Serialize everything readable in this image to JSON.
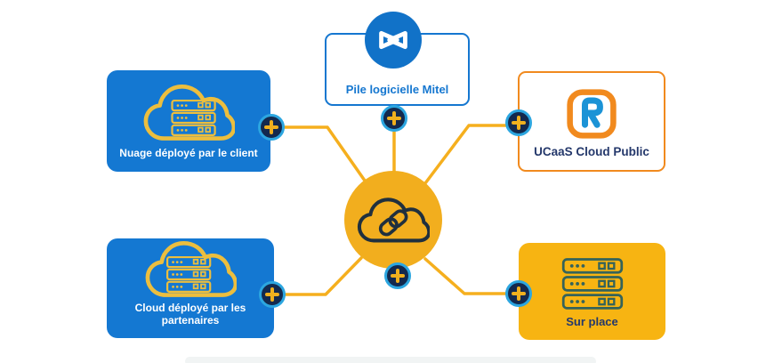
{
  "diagram": {
    "hub": {
      "icon": "cloud-link-icon"
    },
    "nodes": [
      {
        "id": "client",
        "label": "Nuage déployé par le client",
        "icon": "cloud-servers-icon",
        "variant": "blue"
      },
      {
        "id": "mitel",
        "label": "Pile logicielle Mitel",
        "icon": "mitel-logo-icon",
        "variant": "white-blue-border"
      },
      {
        "id": "ucaas",
        "label": "UCaaS Cloud Public",
        "icon": "ringcentral-logo-icon",
        "variant": "white-orange-border"
      },
      {
        "id": "partners",
        "label": "Cloud déployé par les partenaires",
        "icon": "cloud-servers-icon",
        "variant": "blue"
      },
      {
        "id": "surplace",
        "label": "Sur place",
        "icon": "servers-icon",
        "variant": "yellow"
      }
    ],
    "connector_badge": "plus-icon",
    "connector_count": 6
  },
  "colors": {
    "blue-card": "#1478D2",
    "mitel-blue": "#1577D0",
    "mitel-circle": "#1172C8",
    "orange": "#F18A1E",
    "rc-blue": "#1B93D6",
    "yellow-card": "#F7B412",
    "hub-yellow": "#F2AE1E",
    "line-gold": "#F5AF1E",
    "icon-gold": "#ECBE3E",
    "navy-text": "#24386B",
    "plus-navy": "#13294E",
    "plus-ring": "#2CA6E0",
    "plus-gold": "#F0B01E",
    "dark-icon": "#20303E",
    "teal-icon": "#35635A",
    "white": "#FFFFFF"
  }
}
